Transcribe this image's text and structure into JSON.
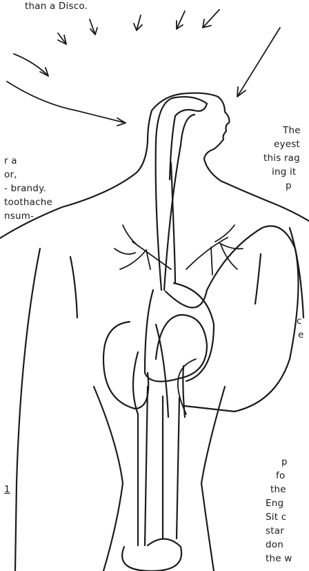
{
  "top_fragment": "than a Disco.",
  "left_column": [
    "r a",
    "or,",
    "- brandy.",
    "toothache",
    "nsum-"
  ],
  "left_bottom_fragment": "1",
  "right_column": [
    "The",
    "eyest",
    "this rag",
    "ing it",
    "p"
  ],
  "right_mid": [
    "c",
    "e"
  ],
  "right_bottom": [
    "p",
    "fo",
    "the",
    "Eng",
    "Sit c",
    "star",
    "don",
    "the w"
  ],
  "ink_color": "#1a1a1a"
}
